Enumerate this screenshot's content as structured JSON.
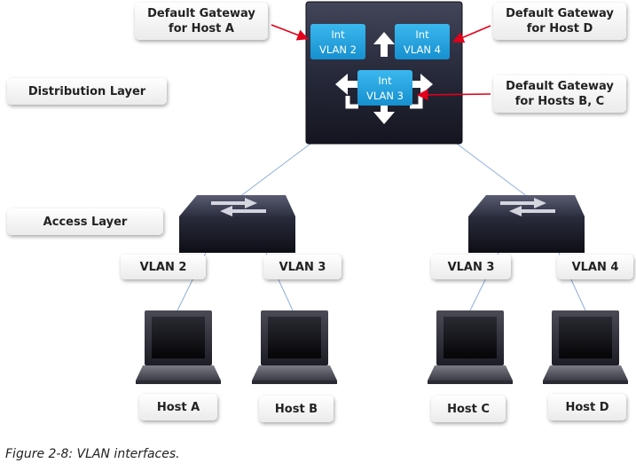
{
  "distribution_switch": {
    "interfaces": [
      {
        "line1": "Int",
        "line2": "VLAN 2"
      },
      {
        "line1": "Int",
        "line2": "VLAN 4"
      },
      {
        "line1": "Int",
        "line2": "VLAN 3"
      }
    ]
  },
  "callouts": {
    "gateway_a": "Default Gateway\nfor Host A",
    "gateway_d": "Default Gateway\nfor Host D",
    "gateway_bc": "Default Gateway\nfor Hosts B, C",
    "distribution_layer": "Distribution Layer",
    "access_layer": "Access Layer"
  },
  "vlan_labels": {
    "left_port_1": "VLAN 2",
    "left_port_2": "VLAN 3",
    "right_port_1": "VLAN 3",
    "right_port_2": "VLAN 4"
  },
  "hosts": {
    "a": "Host A",
    "b": "Host B",
    "c": "Host C",
    "d": "Host D"
  },
  "caption": "Figure 2-8: VLAN interfaces.",
  "colors": {
    "interface_box": "#1ca1e0",
    "callout_arrow": "#e3001b",
    "link_line": "#8eaedc",
    "switch_dark": "#1b1d2b"
  }
}
